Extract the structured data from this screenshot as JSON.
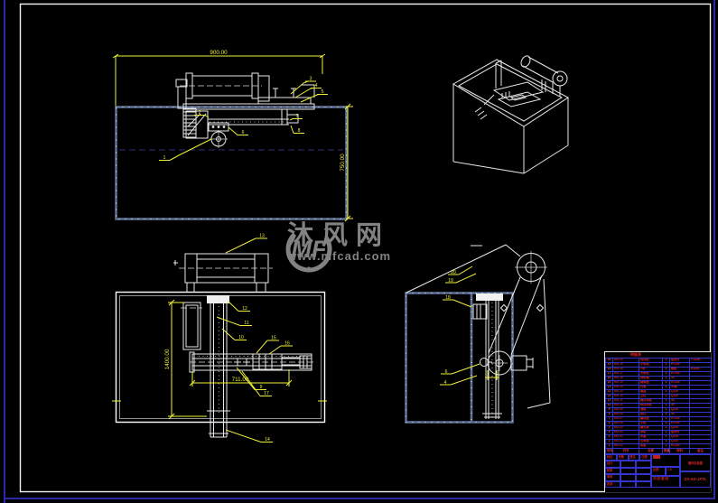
{
  "palette": {
    "background": "#000000",
    "line_white": "#e9e9e9",
    "frame_blue": "#2a2aa8",
    "tank_steel": "#5e6f94",
    "dimension_yellow": "#f0f03a",
    "table_grid_blue": "#3434cc",
    "table_text_red": "#d42424",
    "watermark_gray": "#949494"
  },
  "watermark": {
    "logo_text": "MF",
    "brand": "沐风网",
    "url": "www.mfcad.com"
  },
  "dimensions": {
    "front_width": "900.00",
    "front_height": "750.00",
    "plan_height": "1400.00",
    "plan_span": "711.00"
  },
  "balloons": {
    "front": [
      "3",
      "4",
      "5",
      "2",
      "6",
      "7",
      "8",
      "1"
    ],
    "plan": [
      "13",
      "12",
      "11",
      "10",
      "15",
      "16",
      "9",
      "17",
      "14"
    ],
    "side": [
      "20",
      "19",
      "18",
      "6",
      "4"
    ]
  },
  "parts_table": {
    "title": "明细表",
    "header": [
      [
        "序号",
        "代号",
        "名称",
        "数量",
        "材料",
        "备注"
      ]
    ],
    "rows": [
      [
        "20",
        "MG-20",
        "电动机",
        "1",
        "组合件",
        "Y112M"
      ],
      [
        "19",
        "MG-19",
        "小带轮",
        "1",
        "HT200",
        ""
      ],
      [
        "18",
        "MG-18",
        "V带",
        "2",
        "橡胶",
        "B1800"
      ],
      [
        "17",
        "MG-17",
        "大带轮",
        "1",
        "HT200",
        ""
      ],
      [
        "16",
        "MG-16",
        "带轮轴",
        "1",
        "45",
        ""
      ],
      [
        "15",
        "MG-15",
        "轴承座",
        "2",
        "HT200",
        ""
      ],
      [
        "14",
        "MG-14",
        "托辊",
        "1",
        "45钢",
        ""
      ],
      [
        "13",
        "MG-13",
        "端盖",
        "2",
        "Q235",
        ""
      ],
      [
        "12",
        "MG-12",
        "立柱",
        "1",
        "Q235",
        ""
      ],
      [
        "11",
        "MG-11",
        "横向导轨",
        "1",
        "45",
        ""
      ],
      [
        "10",
        "MG-10",
        "纵向导轨",
        "1",
        "45",
        ""
      ],
      [
        "9",
        "MG-09",
        "滑板",
        "1",
        "Q235",
        ""
      ],
      [
        "8",
        "MG-08",
        "丝杠",
        "2",
        "45",
        ""
      ],
      [
        "7",
        "MG-07",
        "螺母座",
        "2",
        "HT200",
        ""
      ],
      [
        "6",
        "MG-06",
        "手轮",
        "2",
        "HT200",
        ""
      ],
      [
        "5",
        "MG-05",
        "磨头架",
        "1",
        "Q235",
        ""
      ],
      [
        "4",
        "MG-04",
        "砂轮",
        "1",
        "组合件",
        ""
      ],
      [
        "3",
        "MG-03",
        "水箱",
        "1",
        "Q235",
        ""
      ],
      [
        "2",
        "MG-02",
        "支承板",
        "1",
        "Q235",
        ""
      ],
      [
        "1",
        "MG-01",
        "底座",
        "1",
        "HT200",
        ""
      ]
    ]
  },
  "title_block": {
    "mini_headers": [
      "标记",
      "处数",
      "签名",
      "日期"
    ],
    "roles": [
      "设计",
      "校核",
      "审核",
      "批准"
    ],
    "mark_label": "图样标记",
    "scale_label": "比例",
    "scale": "1:5",
    "sheet": "共1张 第1张",
    "name": "磨床总装图",
    "drawing_no": "ZX-GX-JXTL"
  }
}
